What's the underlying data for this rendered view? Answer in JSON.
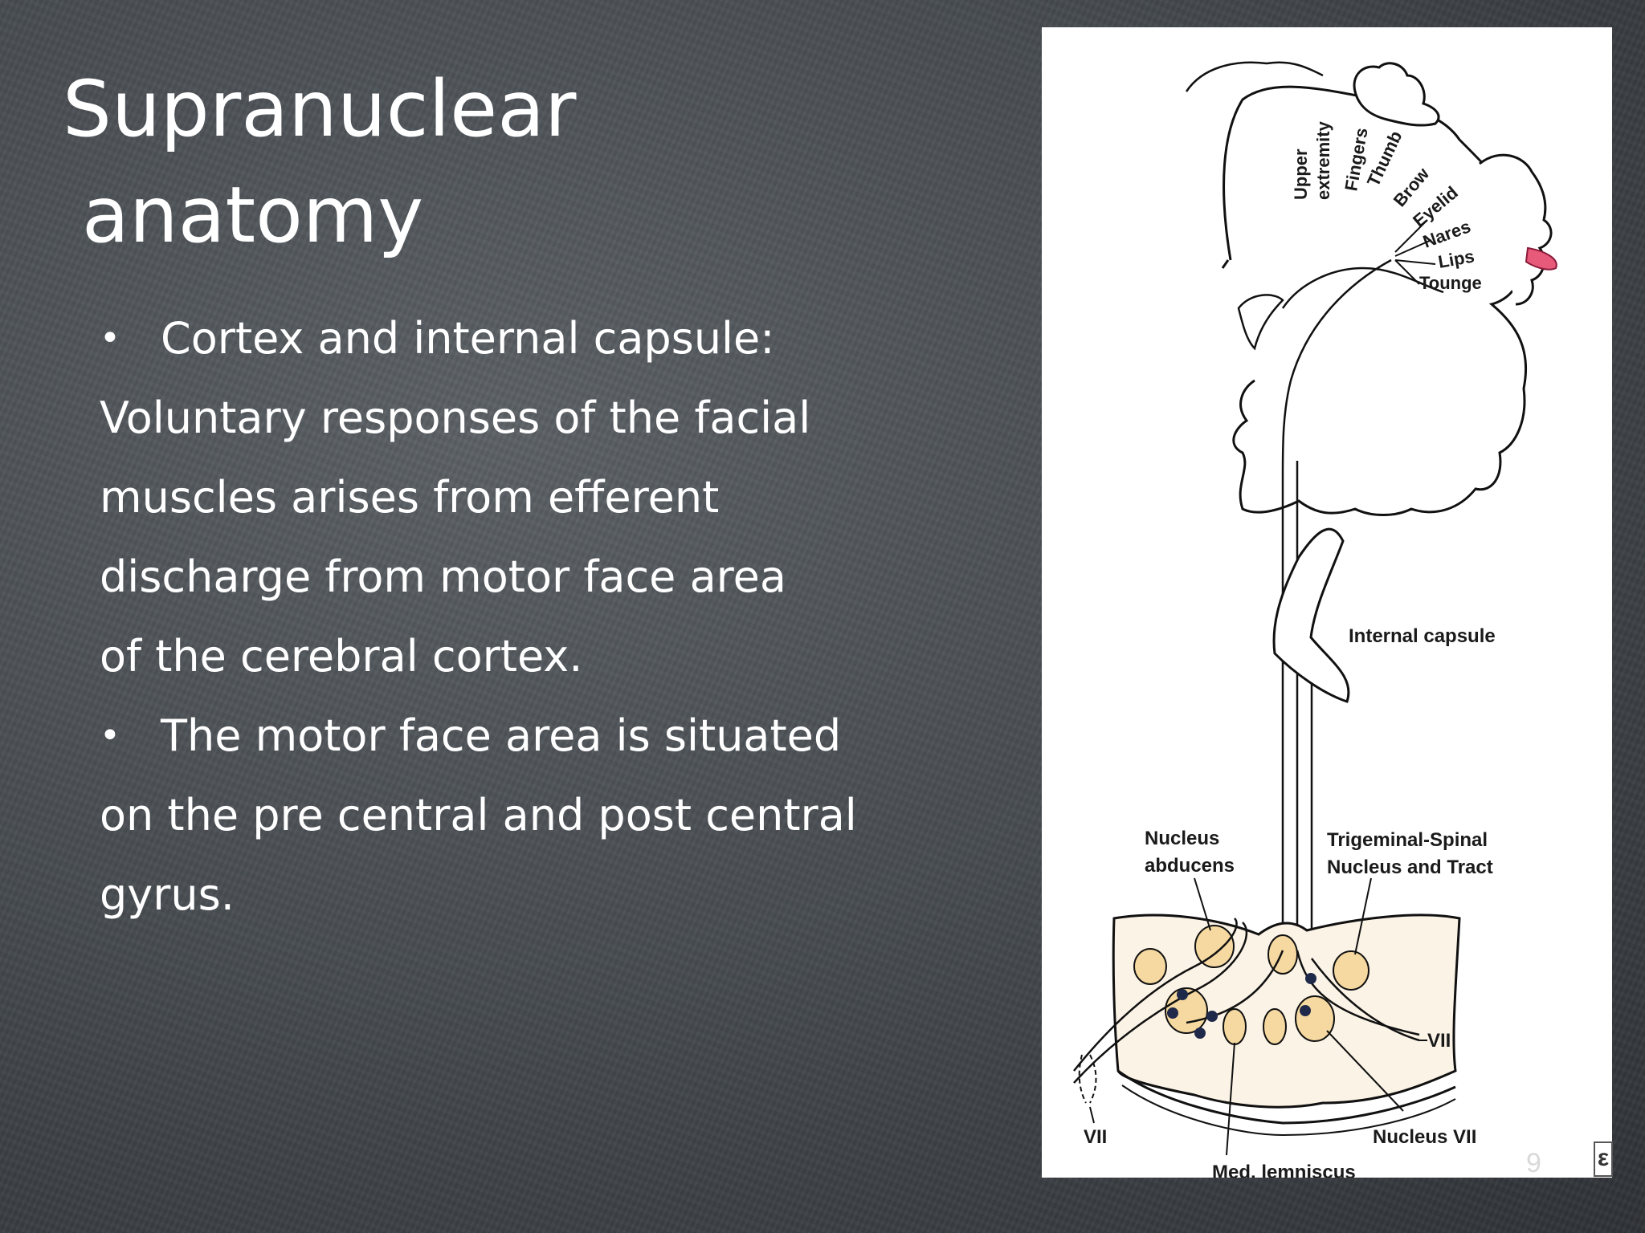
{
  "slide": {
    "title_line1": "Supranuclear",
    "title_line2": "anatomy",
    "paragraphs": [
      {
        "bullet": "•",
        "first": "Cortex and internal capsule:",
        "lines": [
          "Voluntary responses of the facial",
          "muscles arises from efferent",
          "discharge from motor face area",
          "of the cerebral cortex."
        ]
      },
      {
        "bullet": "•",
        "first": "The motor face area is situated",
        "lines": [
          "on the pre central and post central",
          "gyrus."
        ]
      }
    ],
    "page_number": "9"
  },
  "figure": {
    "labels": {
      "upper": "Upper",
      "extremity": "extremity",
      "fingers": "Fingers",
      "thumb": "Thumb",
      "brow": "Brow",
      "eyelid": "Eyelid",
      "nares": "Nares",
      "lips": "Lips",
      "tounge": "Tounge",
      "internal_capsule": "Internal capsule",
      "nucleus_abducens_1": "Nucleus",
      "nucleus_abducens_2": "abducens",
      "trigeminal_1": "Trigeminal-Spinal",
      "trigeminal_2": "Nucleus and Tract",
      "vii_right": "VII",
      "vii_left": "VII",
      "nucleus_vii": "Nucleus VII",
      "med_lemniscus": "Med. lemniscus"
    },
    "colors": {
      "nucleus_fill": "#f5d9a0",
      "brainstem_fill": "#fbf3e6",
      "dot": "#1f2a4a",
      "tongue": "#e85a7a"
    }
  }
}
